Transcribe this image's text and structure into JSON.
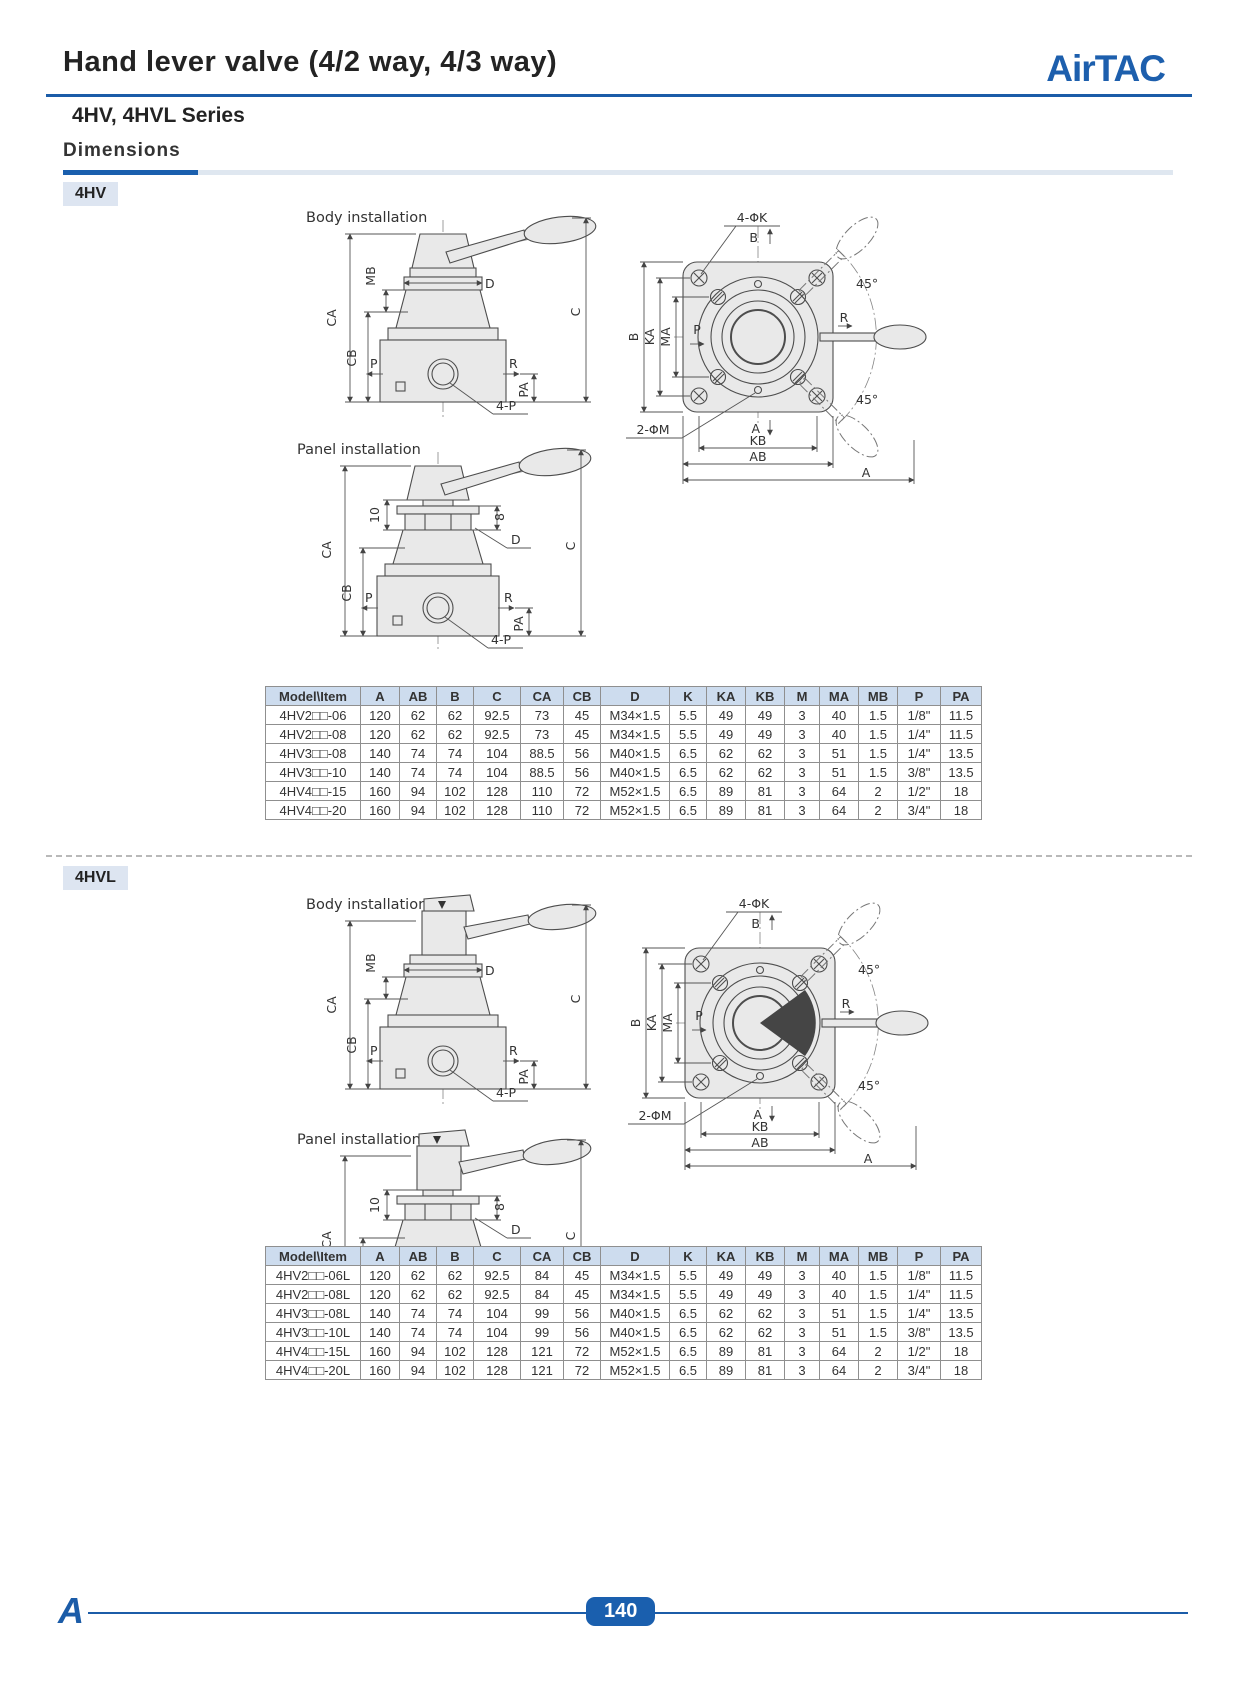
{
  "header": {
    "title": "Hand lever valve (4/2 way, 4/3 way)",
    "series": "4HV, 4HVL Series",
    "brand": "AirTAC"
  },
  "dimensions_heading": "Dimensions",
  "sections": {
    "hv": {
      "tag": "4HV",
      "body_title": "Body installation",
      "panel_title": "Panel installation"
    },
    "hvl": {
      "tag": "4HVL",
      "body_title": "Body installation",
      "panel_title": "Panel installation"
    }
  },
  "labels": {
    "ca": "CA",
    "cb": "CB",
    "mb": "MB",
    "d": "D",
    "p": "P",
    "r": "R",
    "pa": "PA",
    "c": "C",
    "four_p": "4-P",
    "ten": "10",
    "eight": "8",
    "four_phi_k": "4-ΦK",
    "b": "B",
    "deg45": "45°",
    "ka": "KA",
    "ma": "MA",
    "two_phi_m": "2-ΦM",
    "a": "A",
    "kb": "KB",
    "ab": "AB"
  },
  "tables": {
    "columns": [
      "Model\\Item",
      "A",
      "AB",
      "B",
      "C",
      "CA",
      "CB",
      "D",
      "K",
      "KA",
      "KB",
      "M",
      "MA",
      "MB",
      "P",
      "PA"
    ],
    "hv_rows": [
      [
        "4HV2□□-06",
        "120",
        "62",
        "62",
        "92.5",
        "73",
        "45",
        "M34×1.5",
        "5.5",
        "49",
        "49",
        "3",
        "40",
        "1.5",
        "1/8\"",
        "11.5"
      ],
      [
        "4HV2□□-08",
        "120",
        "62",
        "62",
        "92.5",
        "73",
        "45",
        "M34×1.5",
        "5.5",
        "49",
        "49",
        "3",
        "40",
        "1.5",
        "1/4\"",
        "11.5"
      ],
      [
        "4HV3□□-08",
        "140",
        "74",
        "74",
        "104",
        "88.5",
        "56",
        "M40×1.5",
        "6.5",
        "62",
        "62",
        "3",
        "51",
        "1.5",
        "1/4\"",
        "13.5"
      ],
      [
        "4HV3□□-10",
        "140",
        "74",
        "74",
        "104",
        "88.5",
        "56",
        "M40×1.5",
        "6.5",
        "62",
        "62",
        "3",
        "51",
        "1.5",
        "3/8\"",
        "13.5"
      ],
      [
        "4HV4□□-15",
        "160",
        "94",
        "102",
        "128",
        "110",
        "72",
        "M52×1.5",
        "6.5",
        "89",
        "81",
        "3",
        "64",
        "2",
        "1/2\"",
        "18"
      ],
      [
        "4HV4□□-20",
        "160",
        "94",
        "102",
        "128",
        "110",
        "72",
        "M52×1.5",
        "6.5",
        "89",
        "81",
        "3",
        "64",
        "2",
        "3/4\"",
        "18"
      ]
    ],
    "hvl_rows": [
      [
        "4HV2□□-06L",
        "120",
        "62",
        "62",
        "92.5",
        "84",
        "45",
        "M34×1.5",
        "5.5",
        "49",
        "49",
        "3",
        "40",
        "1.5",
        "1/8\"",
        "11.5"
      ],
      [
        "4HV2□□-08L",
        "120",
        "62",
        "62",
        "92.5",
        "84",
        "45",
        "M34×1.5",
        "5.5",
        "49",
        "49",
        "3",
        "40",
        "1.5",
        "1/4\"",
        "11.5"
      ],
      [
        "4HV3□□-08L",
        "140",
        "74",
        "74",
        "104",
        "99",
        "56",
        "M40×1.5",
        "6.5",
        "62",
        "62",
        "3",
        "51",
        "1.5",
        "1/4\"",
        "13.5"
      ],
      [
        "4HV3□□-10L",
        "140",
        "74",
        "74",
        "104",
        "99",
        "56",
        "M40×1.5",
        "6.5",
        "62",
        "62",
        "3",
        "51",
        "1.5",
        "3/8\"",
        "13.5"
      ],
      [
        "4HV4□□-15L",
        "160",
        "94",
        "102",
        "128",
        "121",
        "72",
        "M52×1.5",
        "6.5",
        "89",
        "81",
        "3",
        "64",
        "2",
        "1/2\"",
        "18"
      ],
      [
        "4HV4□□-20L",
        "160",
        "94",
        "102",
        "128",
        "121",
        "72",
        "M52×1.5",
        "6.5",
        "89",
        "81",
        "3",
        "64",
        "2",
        "3/4\"",
        "18"
      ]
    ]
  },
  "footer": {
    "page": "140"
  }
}
